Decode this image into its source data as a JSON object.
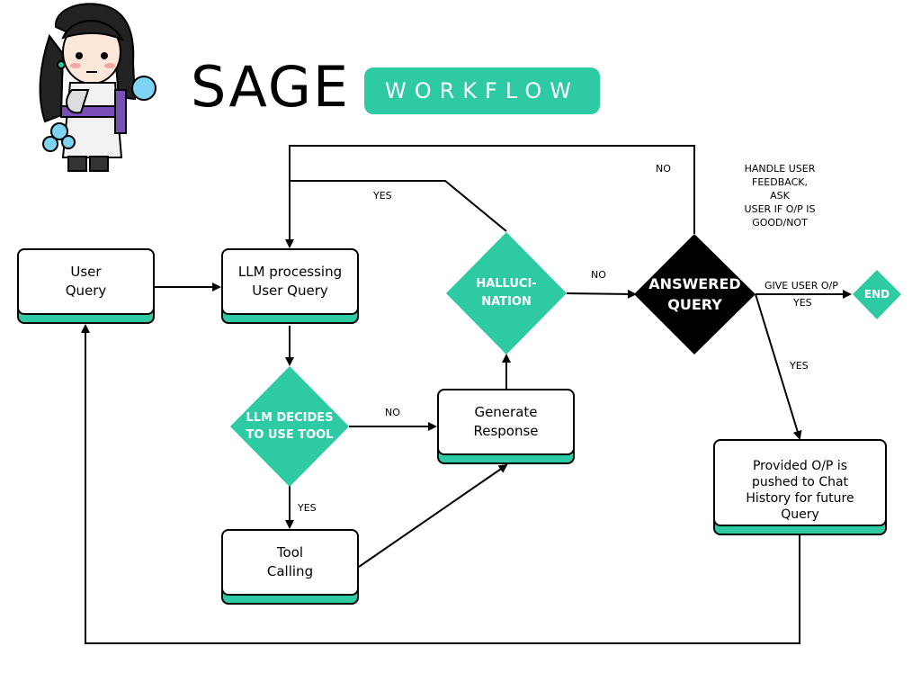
{
  "title": "SAGE",
  "badge": "WORKFLOW",
  "colors": {
    "accent": "#2ecaa4",
    "dark": "#000000",
    "text": "#000000"
  },
  "mascot_icon": "chibi-sage-character-icon",
  "nodes": {
    "user_query": "User\nQuery",
    "llm_processing": "LLM processing\nUser Query",
    "llm_decides": "LLM DECIDES\nTO USE TOOL",
    "tool_calling": "Tool\nCalling",
    "generate_response": "Generate\nResponse",
    "hallucination": "HALLUCI-\nNATION",
    "answered_query": "ANSWERED\nQUERY",
    "end": "END",
    "chat_history": "Provided O/P is\npushed to Chat\nHistory for future\nQuery"
  },
  "edge_labels": {
    "decides_no": "NO",
    "decides_yes": "YES",
    "hallucination_yes": "YES",
    "hallucination_no": "NO",
    "answered_no": "NO",
    "give_user_op": "GIVE USER O/P",
    "answered_yes_end": "YES",
    "answered_yes_history": "YES"
  },
  "note": "HANDLE USER\nFEEDBACK,\nASK\nUSER IF O/P IS\nGOOD/NOT"
}
